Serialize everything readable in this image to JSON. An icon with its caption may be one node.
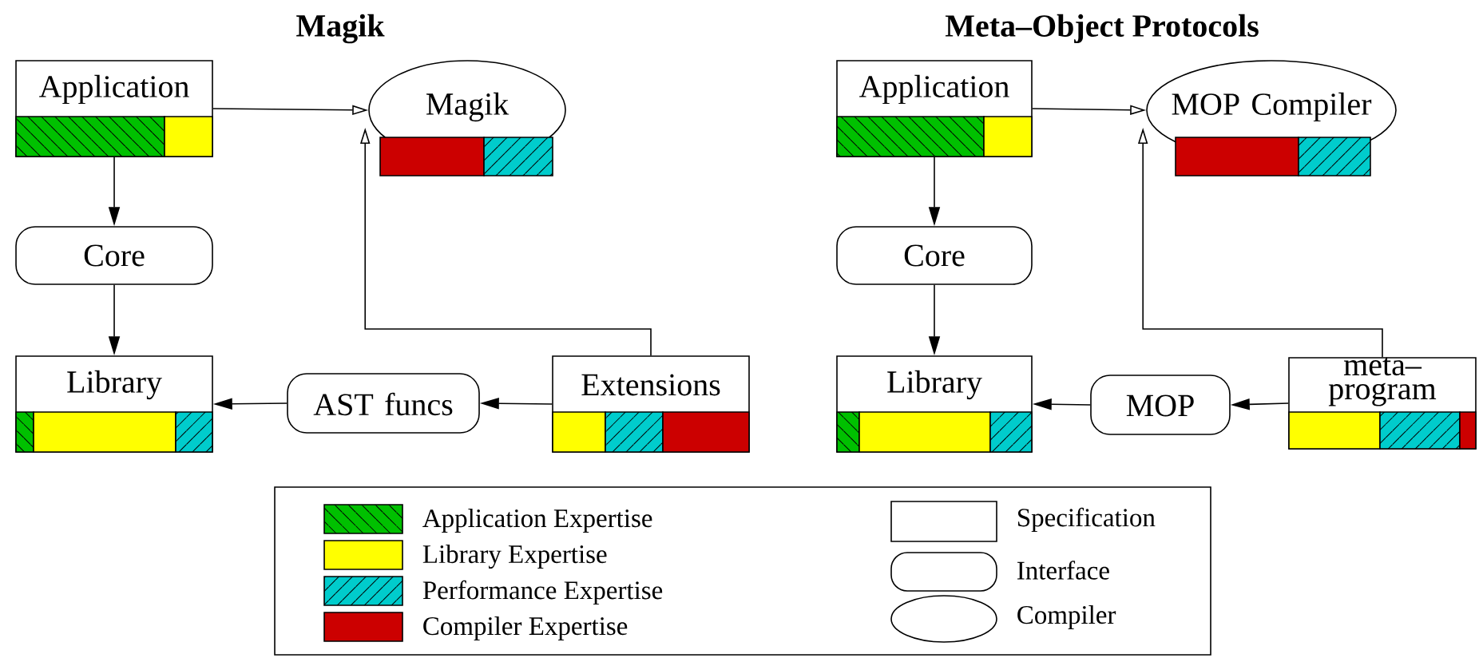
{
  "diagram": {
    "nodes": [
      {
        "text": [
          "Application"
        ]
      },
      {
        "text": [
          "Magik"
        ]
      },
      {
        "text": [
          "Core"
        ]
      },
      {
        "text": [
          "Library"
        ]
      },
      {
        "text": [
          "AST funcs"
        ]
      },
      {
        "text": [
          "Extensions"
        ]
      },
      {
        "text": [
          "Application"
        ]
      },
      {
        "text": [
          "MOP Compiler"
        ]
      },
      {
        "text": [
          "Core"
        ]
      },
      {
        "text": [
          "Library"
        ]
      },
      {
        "text": [
          "MOP"
        ]
      },
      {
        "text": [
          "meta– program"
        ]
      }
    ],
    "edges": [
      {
        "from": 0,
        "to": 1,
        "arrow": "to"
      },
      {
        "from": 0,
        "to": 2,
        "arrow": "to"
      },
      {
        "from": 2,
        "to": 3,
        "arrow": "to"
      },
      {
        "from": 5,
        "to": 4,
        "arrow": "to"
      },
      {
        "from": 4,
        "to": 3,
        "arrow": "to"
      },
      {
        "from": 5,
        "to": 1,
        "arrow": "to"
      },
      {
        "from": 6,
        "to": 7,
        "arrow": "to"
      },
      {
        "from": 6,
        "to": 8,
        "arrow": "to"
      },
      {
        "from": 8,
        "to": 9,
        "arrow": "to"
      },
      {
        "from": 11,
        "to": 10,
        "arrow": "to"
      },
      {
        "from": 10,
        "to": 9,
        "arrow": "to"
      },
      {
        "from": 11,
        "to": 7,
        "arrow": "to"
      }
    ],
    "labels": [
      "Magik",
      "Meta–Object Protocols"
    ],
    "legend": [
      {
        "text": "Application Expertise",
        "color": "#00c000"
      },
      {
        "text": "Library Expertise",
        "color": "#ffff00"
      },
      {
        "text": "Performance Expertise",
        "color": "#00cccc"
      },
      {
        "text": "Compiler Expertise",
        "color": "#cc0000"
      },
      {
        "text": "Specification"
      },
      {
        "text": "Interface"
      },
      {
        "text": "Compiler"
      }
    ]
  }
}
